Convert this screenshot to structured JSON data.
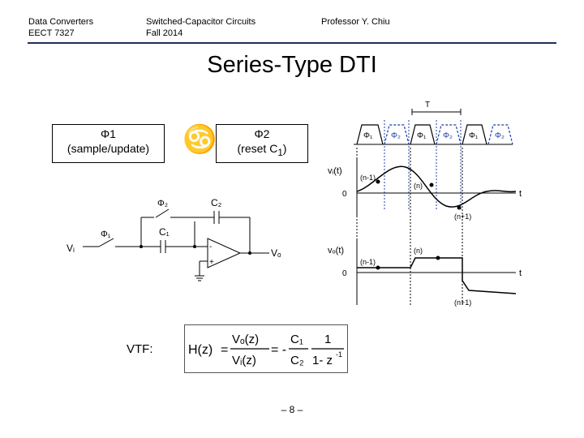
{
  "header": {
    "course_line1": "Data Converters",
    "course_line2": "EECT 7327",
    "topic_line1": "Switched-Capacitor Circuits",
    "topic_line2": "Fall 2014",
    "author": "Professor Y. Chiu"
  },
  "title": "Series-Type DTI",
  "phase1": {
    "name": "Φ1",
    "desc": "(sample/update)"
  },
  "phase_arrow": "♋",
  "phase2": {
    "name": "Φ2",
    "desc": "(reset C",
    "desc_sub": "1",
    "desc_end": ")"
  },
  "circuit": {
    "phi2": "Φ₂",
    "c2": "C₂",
    "phi1": "Φ₁",
    "c1": "C₁",
    "vi": "Vᵢ",
    "vo": "Vₒ",
    "minus": "-",
    "plus": "+"
  },
  "timing": {
    "T": "T",
    "clock_labels": [
      "Φ₁",
      "Φ₂",
      "Φ₁",
      "Φ₂",
      "Φ₁",
      "Φ₂"
    ],
    "vi_label": "vᵢ(t)",
    "vo_label": "vₒ(t)",
    "zero": "0",
    "t": "t",
    "n_minus_1": "(n-1)",
    "n": "(n)",
    "n_plus_1": "(n+1)"
  },
  "vtf_label": "VTF:",
  "formula": {
    "lhs": "H(z)",
    "eq": "=",
    "num": "Vₒ(z)",
    "den": "Vᵢ(z)",
    "eq2": "= -",
    "c_num": "C₁",
    "c_den": "C₂",
    "one": "1",
    "one_minus": "1- z",
    "exp": "-1"
  },
  "page": "– 8 –"
}
